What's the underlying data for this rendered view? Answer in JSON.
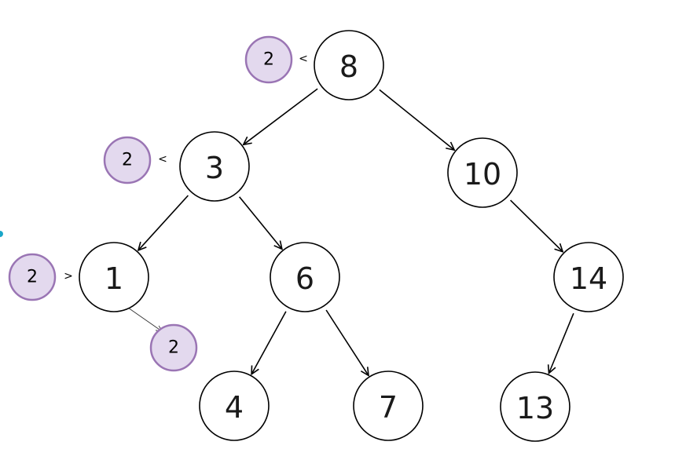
{
  "tree": {
    "nodes": [
      {
        "id": "n8",
        "label": "8"
      },
      {
        "id": "n3",
        "label": "3"
      },
      {
        "id": "n10",
        "label": "10"
      },
      {
        "id": "n1",
        "label": "1"
      },
      {
        "id": "n6",
        "label": "6"
      },
      {
        "id": "n14",
        "label": "14"
      },
      {
        "id": "n4",
        "label": "4"
      },
      {
        "id": "n7",
        "label": "7"
      },
      {
        "id": "n13",
        "label": "13"
      }
    ],
    "edges": [
      {
        "from": "n8",
        "to": "n3"
      },
      {
        "from": "n8",
        "to": "n10"
      },
      {
        "from": "n3",
        "to": "n1"
      },
      {
        "from": "n3",
        "to": "n6"
      },
      {
        "from": "n6",
        "to": "n4"
      },
      {
        "from": "n6",
        "to": "n7"
      },
      {
        "from": "n10",
        "to": "n14"
      },
      {
        "from": "n14",
        "to": "n13"
      }
    ]
  },
  "search_trace": {
    "value": "2",
    "steps": [
      {
        "at": "n8",
        "comparison": "<"
      },
      {
        "at": "n3",
        "comparison": "<"
      },
      {
        "at": "n1",
        "comparison": ">"
      }
    ],
    "final_label": "2"
  },
  "colors": {
    "marker_fill": "#e3d9ee",
    "marker_stroke": "#9a75b4",
    "node_stroke": "#000000",
    "edge_stroke": "#000000",
    "edge_accent": "#1aa6c8"
  }
}
